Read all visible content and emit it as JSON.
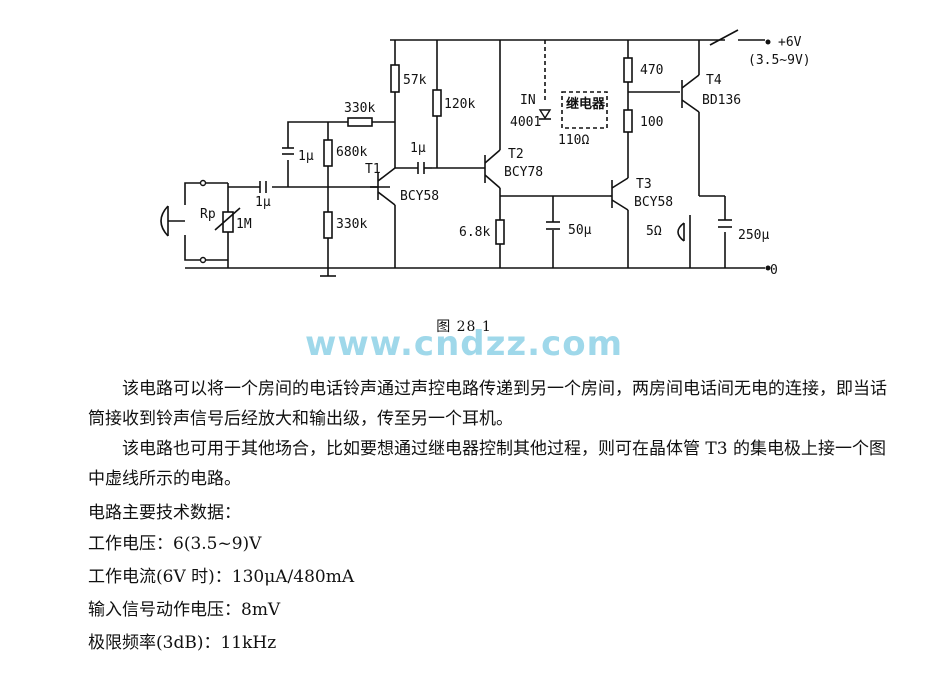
{
  "figure": {
    "caption": "图 28.1",
    "watermark": "www.cndzz.com",
    "labels": {
      "supply": "+6V",
      "supply_range": "(3.5~9V)",
      "ground": "0",
      "rp": "Rp",
      "rp_value": "1M",
      "c_in1": "1μ",
      "c_in2": "1μ",
      "r_330k_top": "330k",
      "r_680k": "680k",
      "r_330k_bottom": "330k",
      "r_57k": "57k",
      "t1": "T1",
      "t1_type": "BCY58",
      "r_120k": "120k",
      "c_coupling": "1μ",
      "t2": "T2",
      "t2_type": "BCY78",
      "r_6_8k": "6.8k",
      "c_50u": "50μ",
      "diode": "IN",
      "diode_num": "4001",
      "relay": "继电器",
      "relay_res": "110Ω",
      "r_470": "470",
      "r_100": "100",
      "t3": "T3",
      "t3_type": "BCY58",
      "t4": "T4",
      "t4_type": "BD136",
      "earphone": "5Ω",
      "c_250u": "250μ"
    }
  },
  "text": {
    "para1": "该电路可以将一个房间的电话铃声通过声控电路传递到另一个房间，两房间电话间无电的连接，即当话筒接收到铃声信号后经放大和输出级，传至另一个耳机。",
    "para2": "该电路也可用于其他场合，比如要想通过继电器控制其他过程，则可在晶体管 T3 的集电极上接一个图中虚线所示的电路。",
    "specs_title": "电路主要技术数据：",
    "specs": [
      "工作电压：6(3.5~9)V",
      "工作电流(6V 时)：130μA/480mA",
      "输入信号动作电压：8mV",
      "极限频率(3dB)：11kHz"
    ]
  }
}
